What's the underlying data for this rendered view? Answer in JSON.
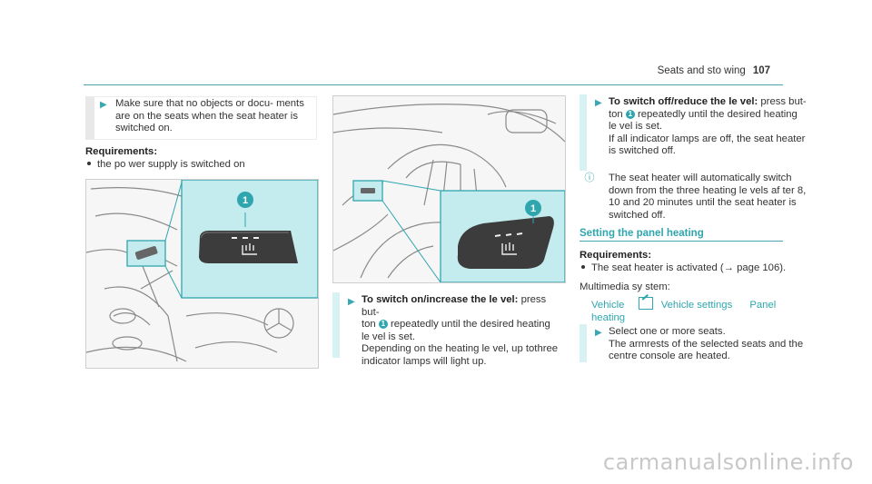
{
  "header": {
    "section": "Seats and sto wing",
    "page": "107"
  },
  "left": {
    "note": "Make sure that no objects or docu- ments are on the seats when the seat heater is switched on.",
    "requirements_title": "Requirements:",
    "requirements_item": "the po wer supply is switched on",
    "figure_badge": "1"
  },
  "middle": {
    "figure_badge": "1",
    "step_bold": "To switch on/increase the le vel:",
    "step_tail": " press but-",
    "step_line2_pre": "ton ",
    "step_badge": "1",
    "step_line2_post": " repeatedly until the desired heating",
    "step_line3": "le vel is set.",
    "step_line4": "Depending on the heating le vel, up tothree",
    "step_line5": "indicator lamps will light up."
  },
  "right": {
    "step1_bold": "To switch off/reduce the le vel:",
    "step1_tail": " press but-",
    "step1_line2_pre": "ton ",
    "step1_badge": "1",
    "step1_line2_post": " repeatedly until the desired heating",
    "step1_line3": "le vel is set.",
    "step1_line4": "If all indicator lamps are off, the seat heater",
    "step1_line5": "is switched off.",
    "info_line1": "The seat heater will automatically switch",
    "info_line2": "down from the three heating le vels af ter 8,",
    "info_line3": "10 and 20 minutes until the seat heater is",
    "info_line4": "switched off.",
    "section_title": "Setting the panel heating",
    "requirements_title": "Requirements:",
    "requirements_item": "The seat heater is activated (→ page 106).",
    "multimedia": "Multimedia sy stem:",
    "path_1": "Vehicle",
    "path_2": "Vehicle settings",
    "path_3": "Panel",
    "path_4": "heating",
    "step2_line1": "Select one or more seats.",
    "step2_line2": "The armrests of the selected seats and the",
    "step2_line3": "centre console are heated."
  },
  "watermark": "carmanualsonline.info",
  "colors": {
    "accent": "#2fa6ae",
    "highlight": "#c4ecef",
    "bar": "#d8f2f4"
  }
}
